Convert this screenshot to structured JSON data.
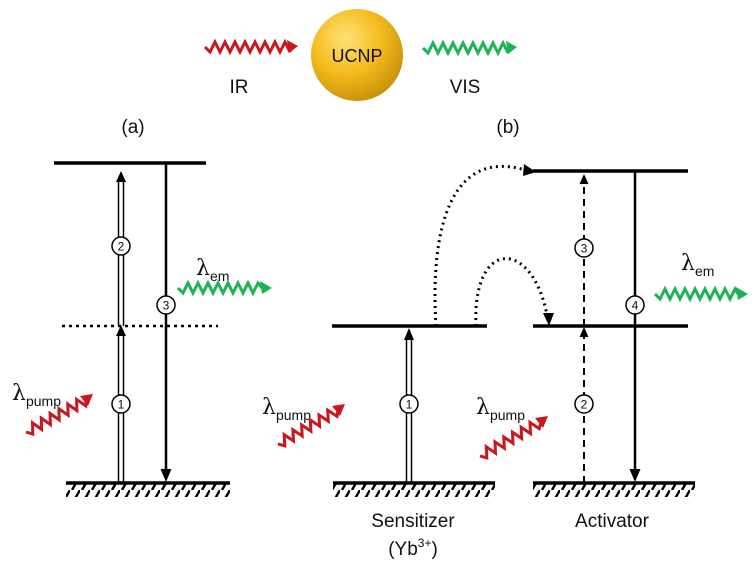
{
  "top": {
    "ir_label": "IR",
    "particle_label": "UCNP",
    "vis_label": "VIS"
  },
  "panel_a": {
    "label": "(a)",
    "lambda_em": "λ",
    "lambda_em_sub": "em",
    "lambda_pump": "λ",
    "lambda_pump_sub": "pump",
    "steps": [
      "1",
      "2",
      "3"
    ]
  },
  "panel_b": {
    "label": "(b)",
    "lambda_em": "λ",
    "lambda_em_sub": "em",
    "lambda_pump_sensitizer": "λ",
    "lambda_pump_sensitizer_sub": "pump",
    "lambda_pump_activator": "λ",
    "lambda_pump_activator_sub": "pump",
    "steps": [
      "1",
      "2",
      "3",
      "4"
    ],
    "sensitizer_label": "Sensitizer",
    "sensitizer_ion": "(Yb",
    "sensitizer_ion_sup": "3+",
    "sensitizer_ion_close": ")",
    "activator_label": "Activator"
  },
  "colors": {
    "ir_wave": "#c8181e",
    "vis_wave": "#1db254",
    "particle": "#f2b817",
    "particle_edge": "#d9a010",
    "lines": "#000000"
  }
}
